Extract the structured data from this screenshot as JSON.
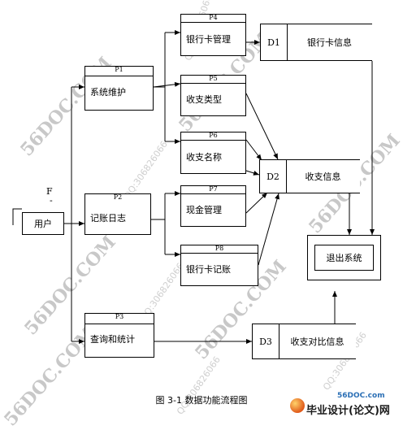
{
  "processes": {
    "p4": {
      "num": "P4",
      "label": "银行卡管理"
    },
    "p1": {
      "num": "P1",
      "label": "系统维护"
    },
    "p5": {
      "num": "P5",
      "label": "收支类型"
    },
    "p6": {
      "num": "P6",
      "label": "收支名称"
    },
    "p2": {
      "num": "P2",
      "label": "记账日志"
    },
    "p7": {
      "num": "P7",
      "label": "现金管理"
    },
    "p8": {
      "num": "P8",
      "label": "银行卡记账"
    },
    "p3": {
      "num": "P3",
      "label": "查询和统计"
    }
  },
  "stores": {
    "d1": {
      "id": "D1",
      "label": "银行卡信息"
    },
    "d2": {
      "id": "D2",
      "label": "收支信息"
    },
    "d3": {
      "id": "D3",
      "label": "收支对比信息"
    }
  },
  "user": {
    "label": "用户",
    "mark": "F"
  },
  "exit": {
    "label": "退出系统"
  },
  "caption": "图 3-1  数据功能流程图",
  "watermarks": {
    "site": "56DOC.COM",
    "qq": "QQ:306826066"
  },
  "logo": {
    "site": "56DOC.com",
    "name": "毕业设计(论文)网"
  }
}
